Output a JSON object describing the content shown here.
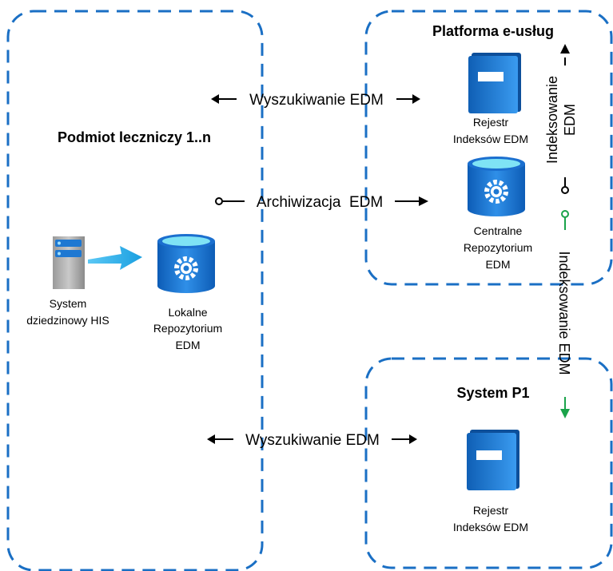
{
  "regions": {
    "left": {
      "title": "Podmiot leczniczy 1..n"
    },
    "platform": {
      "title": "Platforma e-usług"
    },
    "p1": {
      "title": "System P1"
    }
  },
  "nodes": {
    "his": {
      "line1": "System",
      "line2": "dziedzinowy HIS"
    },
    "local_repo": {
      "line1": "Lokalne",
      "line2": "Repozytorium",
      "line3": "EDM"
    },
    "registry_platform": {
      "line1": "Rejestr",
      "line2": "Indeksów EDM"
    },
    "central_repo": {
      "line1": "Centralne",
      "line2": "Repozytorium",
      "line3": "EDM"
    },
    "registry_p1": {
      "line1": "Rejestr",
      "line2": "Indeksów EDM"
    }
  },
  "flows": {
    "search_top": "Wyszukiwanie EDM",
    "archive": "Archiwizacja  EDM",
    "search_bottom": "Wyszukiwanie EDM",
    "index_up_line1": "Indeksowanie",
    "index_up_line2": "EDM",
    "index_down": "Indeksowanie EDM"
  },
  "colors": {
    "border": "#1a6fc4",
    "arrow_cyan": "#1a9fe0",
    "arrow_green": "#1aa34a",
    "book": "#1e78d2",
    "db_top": "#7fe3f5",
    "server": "#8c8c8c"
  }
}
